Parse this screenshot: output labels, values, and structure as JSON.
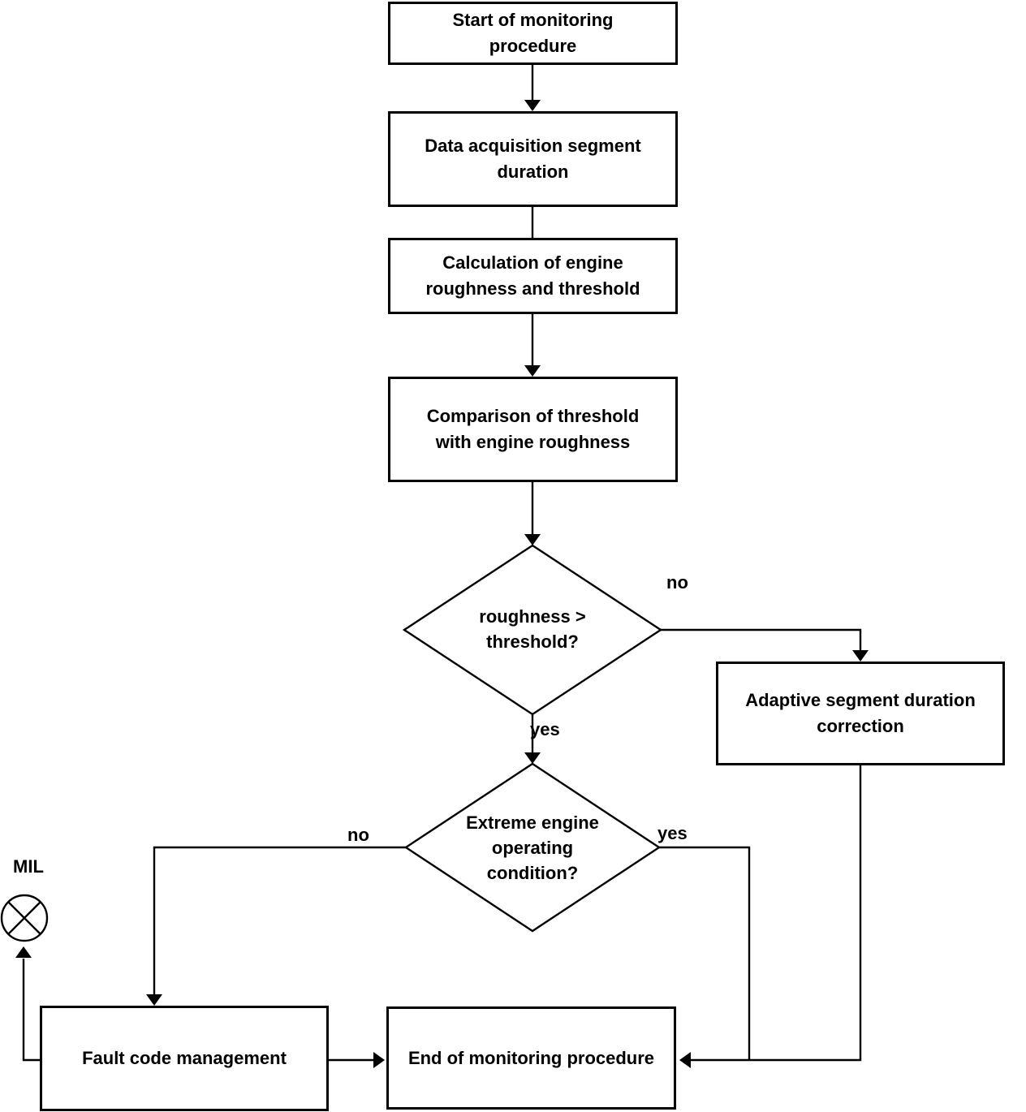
{
  "flowchart": {
    "nodes": {
      "start": "Start of monitoring\nprocedure",
      "data_acquisition": "Data acquisition segment\nduration",
      "calculation": "Calculation of engine\nroughness and threshold",
      "comparison": "Comparison of threshold\nwith engine roughness",
      "roughness_decision": "roughness >\nthreshold?",
      "extreme_decision": "Extreme engine\noperating\ncondition?",
      "adaptive_correction": "Adaptive segment duration\ncorrection",
      "fault_code": "Fault code management",
      "end": "End of monitoring procedure"
    },
    "branch_labels": {
      "roughness_no": "no",
      "roughness_yes": "yes",
      "extreme_no": "no",
      "extreme_yes": "yes"
    },
    "indicator": {
      "label": "MIL"
    },
    "colors": {
      "stroke": "#000000",
      "fill": "#ffffff",
      "text": "#000000",
      "background": "#ffffff"
    }
  }
}
